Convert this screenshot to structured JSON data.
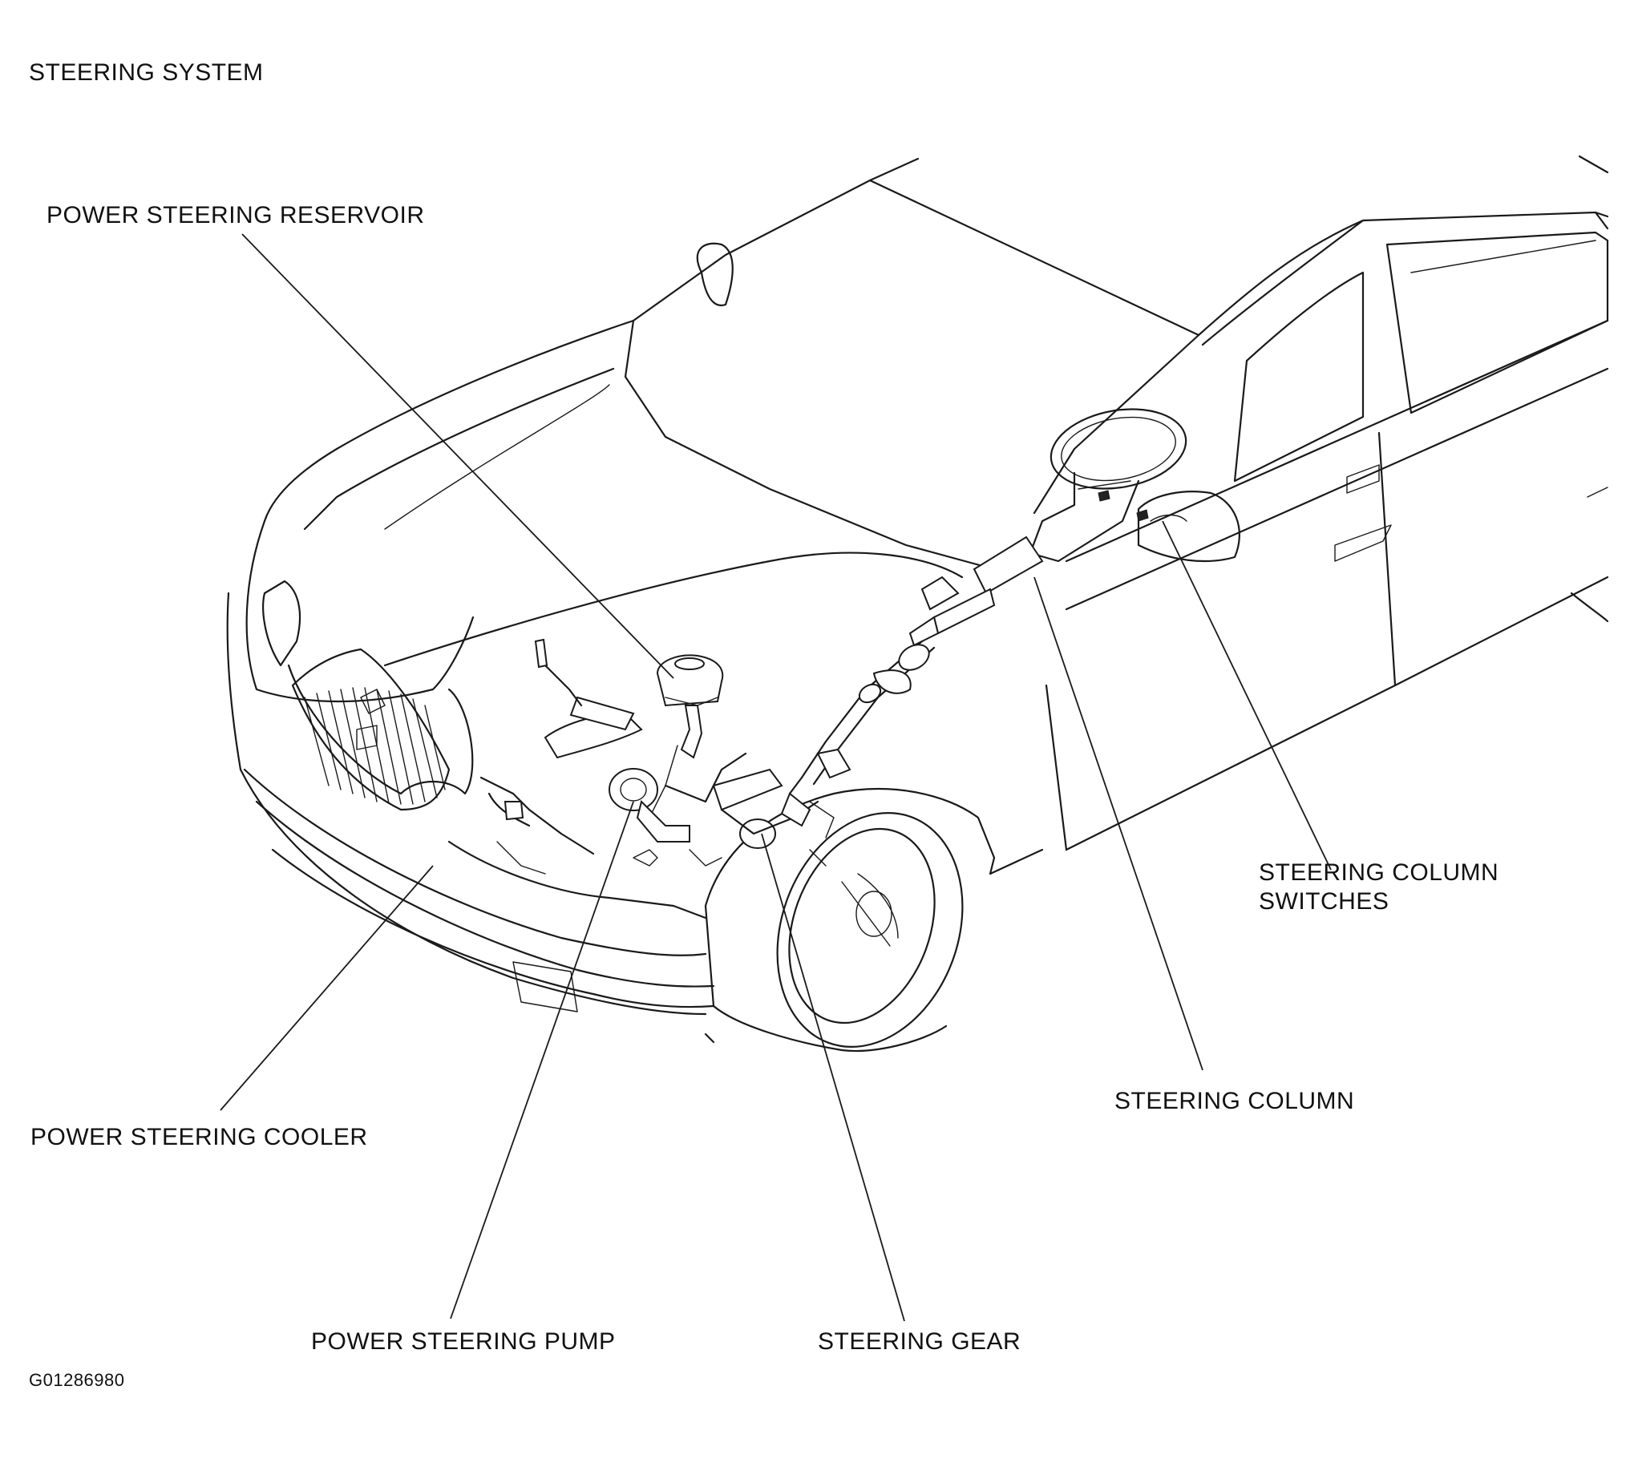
{
  "title": "STEERING SYSTEM",
  "figure_code": "G01286980",
  "callouts": {
    "reservoir": "POWER STEERING RESERVOIR",
    "cooler": "POWER STEERING COOLER",
    "pump": "POWER STEERING PUMP",
    "gear": "STEERING GEAR",
    "column": "STEERING COLUMN",
    "switches_line1": "STEERING COLUMN",
    "switches_line2": "SWITCHES"
  }
}
